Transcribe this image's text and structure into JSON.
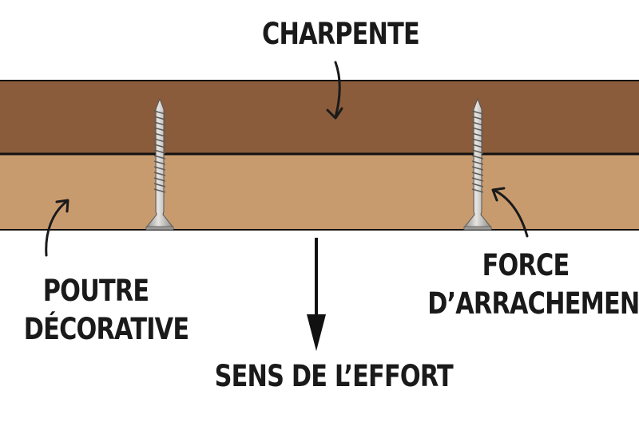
{
  "labels": {
    "charpente": "CHARPENTE",
    "poutre_line1": "POUTRE",
    "poutre_line2": "DÉCORATIVE",
    "force_line1": "FORCE",
    "force_line2": "D’ARRACHEMENT",
    "effort": "SENS DE L’EFFORT"
  },
  "colors": {
    "charpente_wood": "#8a5c3b",
    "poutre_wood": "#c89b6f",
    "outline": "#111111",
    "screw": "#b8b6b2",
    "text": "#1a1a1a"
  },
  "icons": {
    "screw_left": "wood-screw-icon",
    "screw_right": "wood-screw-icon",
    "effort_arrow": "arrow-down-icon"
  }
}
